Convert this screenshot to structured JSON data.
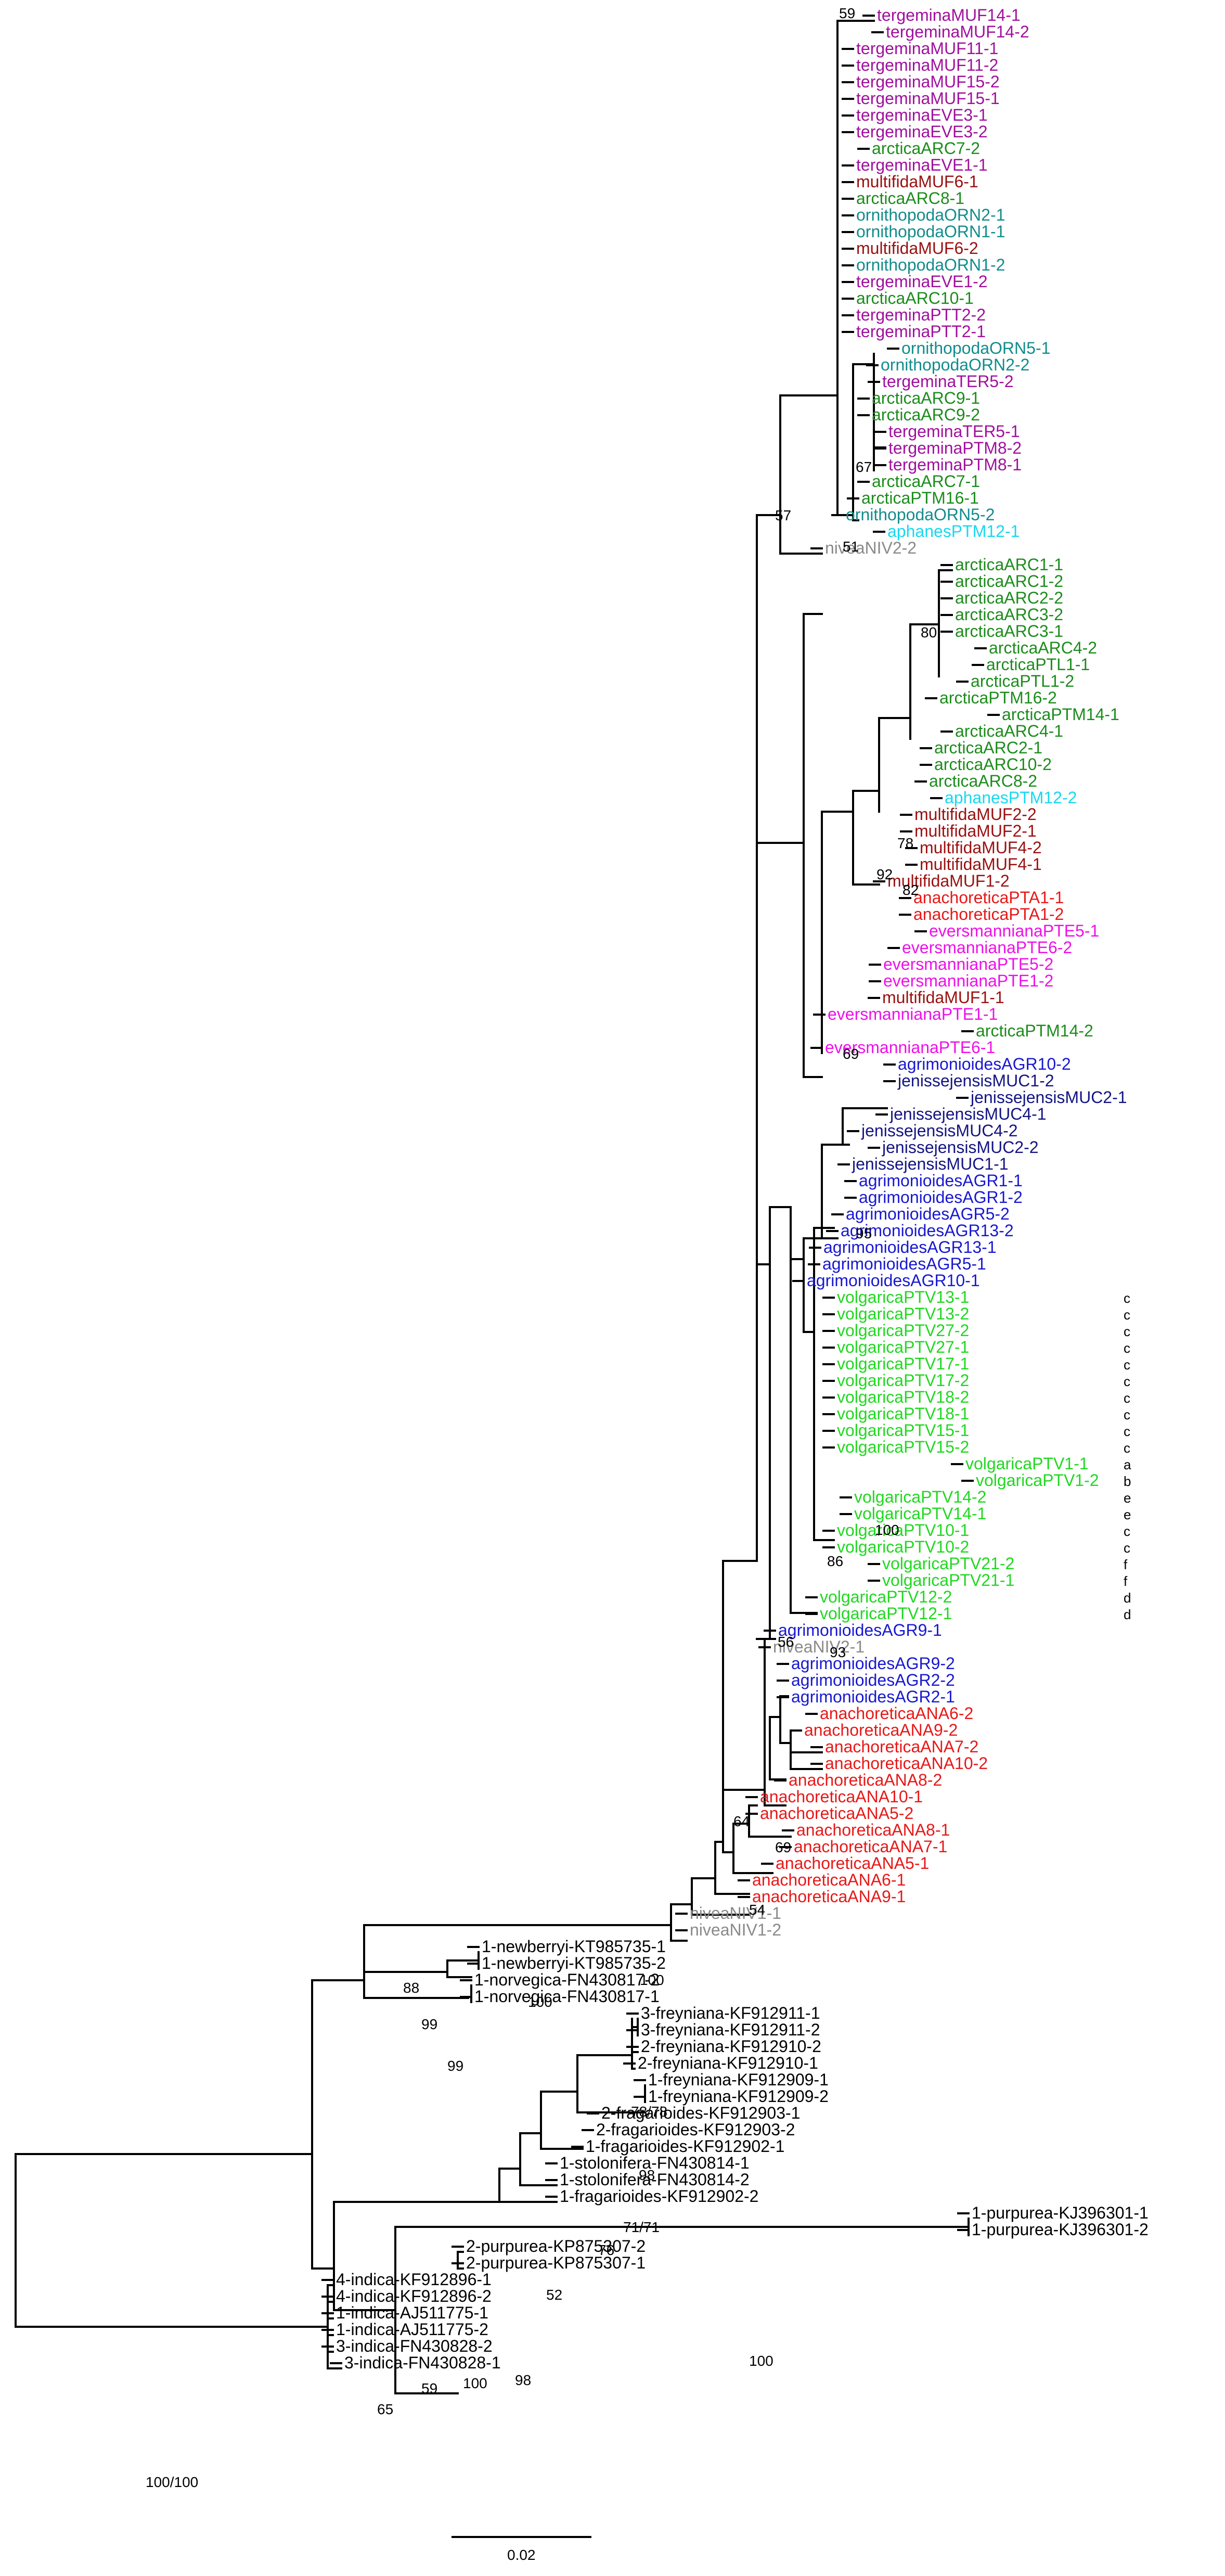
{
  "colors": {
    "tergemina": "#a0109e",
    "arctica": "#1c8c1c",
    "multifida": "#9a1010",
    "ornithopoda": "#138c8c",
    "aphanes": "#18d8f0",
    "nivea": "#8a8a8a",
    "anachoretica": "#e81818",
    "eversmanniana": "#ee10e8",
    "agrimonioides": "#1818d0",
    "jenissejensis": "#141484",
    "volgarica": "#20d820",
    "outgroup": "#000000"
  },
  "scale_bar": {
    "label": "0.02"
  },
  "tips": [
    [
      "tergeminaMUF14-1",
      "tergemina",
      ""
    ],
    [
      "tergeminaMUF14-2",
      "tergemina",
      ""
    ],
    [
      "tergeminaMUF11-1",
      "tergemina",
      ""
    ],
    [
      "tergeminaMUF11-2",
      "tergemina",
      ""
    ],
    [
      "tergeminaMUF15-2",
      "tergemina",
      ""
    ],
    [
      "tergeminaMUF15-1",
      "tergemina",
      ""
    ],
    [
      "tergeminaEVE3-1",
      "tergemina",
      ""
    ],
    [
      "tergeminaEVE3-2",
      "tergemina",
      ""
    ],
    [
      "arcticaARC7-2",
      "arctica",
      ""
    ],
    [
      "tergeminaEVE1-1",
      "tergemina",
      ""
    ],
    [
      "multifidaMUF6-1",
      "multifida",
      ""
    ],
    [
      "arcticaARC8-1",
      "arctica",
      ""
    ],
    [
      "ornithopodaORN2-1",
      "ornithopoda",
      ""
    ],
    [
      "ornithopodaORN1-1",
      "ornithopoda",
      ""
    ],
    [
      "multifidaMUF6-2",
      "multifida",
      ""
    ],
    [
      "ornithopodaORN1-2",
      "ornithopoda",
      ""
    ],
    [
      "tergeminaEVE1-2",
      "tergemina",
      ""
    ],
    [
      "arcticaARC10-1",
      "arctica",
      ""
    ],
    [
      "tergeminaPTT2-2",
      "tergemina",
      ""
    ],
    [
      "tergeminaPTT2-1",
      "tergemina",
      ""
    ],
    [
      "ornithopodaORN5-1",
      "ornithopoda",
      ""
    ],
    [
      "ornithopodaORN2-2",
      "ornithopoda",
      ""
    ],
    [
      "tergeminaTER5-2",
      "tergemina",
      ""
    ],
    [
      "arcticaARC9-1",
      "arctica",
      ""
    ],
    [
      "arcticaARC9-2",
      "arctica",
      ""
    ],
    [
      "tergeminaTER5-1",
      "tergemina",
      ""
    ],
    [
      "tergeminaPTM8-2",
      "tergemina",
      ""
    ],
    [
      "tergeminaPTM8-1",
      "tergemina",
      ""
    ],
    [
      "arcticaARC7-1",
      "arctica",
      ""
    ],
    [
      "arcticaPTM16-1",
      "arctica",
      ""
    ],
    [
      "ornithopodaORN5-2",
      "ornithopoda",
      ""
    ],
    [
      "aphanesPTM12-1",
      "aphanes",
      ""
    ],
    [
      "niveaNIV2-2",
      "nivea",
      ""
    ],
    [
      "arcticaARC1-1",
      "arctica",
      ""
    ],
    [
      "arcticaARC1-2",
      "arctica",
      ""
    ],
    [
      "arcticaARC2-2",
      "arctica",
      ""
    ],
    [
      "arcticaARC3-2",
      "arctica",
      ""
    ],
    [
      "arcticaARC3-1",
      "arctica",
      ""
    ],
    [
      "arcticaARC4-2",
      "arctica",
      ""
    ],
    [
      "arcticaPTL1-1",
      "arctica",
      ""
    ],
    [
      "arcticaPTL1-2",
      "arctica",
      ""
    ],
    [
      "arcticaPTM16-2",
      "arctica",
      ""
    ],
    [
      "arcticaPTM14-1",
      "arctica",
      ""
    ],
    [
      "arcticaARC4-1",
      "arctica",
      ""
    ],
    [
      "arcticaARC2-1",
      "arctica",
      ""
    ],
    [
      "arcticaARC10-2",
      "arctica",
      ""
    ],
    [
      "arcticaARC8-2",
      "arctica",
      ""
    ],
    [
      "aphanesPTM12-2",
      "aphanes",
      ""
    ],
    [
      "multifidaMUF2-2",
      "multifida",
      ""
    ],
    [
      "multifidaMUF2-1",
      "multifida",
      ""
    ],
    [
      "multifidaMUF4-2",
      "multifida",
      ""
    ],
    [
      "multifidaMUF4-1",
      "multifida",
      ""
    ],
    [
      "multifidaMUF1-2",
      "multifida",
      ""
    ],
    [
      "anachoreticaPTA1-1",
      "anachoretica",
      ""
    ],
    [
      "anachoreticaPTA1-2",
      "anachoretica",
      ""
    ],
    [
      "eversmannianaPTE5-1",
      "eversmanniana",
      ""
    ],
    [
      "eversmannianaPTE6-2",
      "eversmanniana",
      ""
    ],
    [
      "eversmannianaPTE5-2",
      "eversmanniana",
      ""
    ],
    [
      "eversmannianaPTE1-2",
      "eversmanniana",
      ""
    ],
    [
      "multifidaMUF1-1",
      "multifida",
      ""
    ],
    [
      "eversmannianaPTE1-1",
      "eversmanniana",
      ""
    ],
    [
      "arcticaPTM14-2",
      "arctica",
      ""
    ],
    [
      "eversmannianaPTE6-1",
      "eversmanniana",
      ""
    ],
    [
      "agrimonioidesAGR10-2",
      "agrimonioides",
      ""
    ],
    [
      "jenissejensisMUC1-2",
      "jenissejensis",
      ""
    ],
    [
      "jenissejensisMUC2-1",
      "jenissejensis",
      ""
    ],
    [
      "jenissejensisMUC4-1",
      "jenissejensis",
      ""
    ],
    [
      "jenissejensisMUC4-2",
      "jenissejensis",
      ""
    ],
    [
      "jenissejensisMUC2-2",
      "jenissejensis",
      ""
    ],
    [
      "jenissejensisMUC1-1",
      "jenissejensis",
      ""
    ],
    [
      "agrimonioidesAGR1-1",
      "agrimonioides",
      ""
    ],
    [
      "agrimonioidesAGR1-2",
      "agrimonioides",
      ""
    ],
    [
      "agrimonioidesAGR5-2",
      "agrimonioides",
      ""
    ],
    [
      "agrimonioidesAGR13-2",
      "agrimonioides",
      ""
    ],
    [
      "agrimonioidesAGR13-1",
      "agrimonioides",
      ""
    ],
    [
      "agrimonioidesAGR5-1",
      "agrimonioides",
      ""
    ],
    [
      "agrimonioidesAGR10-1",
      "agrimonioides",
      ""
    ],
    [
      "volgaricaPTV13-1",
      "volgarica",
      "c"
    ],
    [
      "volgaricaPTV13-2",
      "volgarica",
      "c"
    ],
    [
      "volgaricaPTV27-2",
      "volgarica",
      "c"
    ],
    [
      "volgaricaPTV27-1",
      "volgarica",
      "c"
    ],
    [
      "volgaricaPTV17-1",
      "volgarica",
      "c"
    ],
    [
      "volgaricaPTV17-2",
      "volgarica",
      "c"
    ],
    [
      "volgaricaPTV18-2",
      "volgarica",
      "c"
    ],
    [
      "volgaricaPTV18-1",
      "volgarica",
      "c"
    ],
    [
      "volgaricaPTV15-1",
      "volgarica",
      "c"
    ],
    [
      "volgaricaPTV15-2",
      "volgarica",
      "c"
    ],
    [
      "volgaricaPTV1-1",
      "volgarica",
      "a"
    ],
    [
      "volgaricaPTV1-2",
      "volgarica",
      "b"
    ],
    [
      "volgaricaPTV14-2",
      "volgarica",
      "e"
    ],
    [
      "volgaricaPTV14-1",
      "volgarica",
      "e"
    ],
    [
      "volgaricaPTV10-1",
      "volgarica",
      "c"
    ],
    [
      "volgaricaPTV10-2",
      "volgarica",
      "c"
    ],
    [
      "volgaricaPTV21-2",
      "volgarica",
      "f"
    ],
    [
      "volgaricaPTV21-1",
      "volgarica",
      "f"
    ],
    [
      "volgaricaPTV12-2",
      "volgarica",
      "d"
    ],
    [
      "volgaricaPTV12-1",
      "volgarica",
      "d"
    ],
    [
      "agrimonioidesAGR9-1",
      "agrimonioides",
      ""
    ],
    [
      "niveaNIV2-1",
      "nivea",
      ""
    ],
    [
      "agrimonioidesAGR9-2",
      "agrimonioides",
      ""
    ],
    [
      "agrimonioidesAGR2-2",
      "agrimonioides",
      ""
    ],
    [
      "agrimonioidesAGR2-1",
      "agrimonioides",
      ""
    ],
    [
      "anachoreticaANA6-2",
      "anachoretica",
      ""
    ],
    [
      "anachoreticaANA9-2",
      "anachoretica",
      ""
    ],
    [
      "anachoreticaANA7-2",
      "anachoretica",
      ""
    ],
    [
      "anachoreticaANA10-2",
      "anachoretica",
      ""
    ],
    [
      "anachoreticaANA8-2",
      "anachoretica",
      ""
    ],
    [
      "anachoreticaANA10-1",
      "anachoretica",
      ""
    ],
    [
      "anachoreticaANA5-2",
      "anachoretica",
      ""
    ],
    [
      "anachoreticaANA8-1",
      "anachoretica",
      ""
    ],
    [
      "anachoreticaANA7-1",
      "anachoretica",
      ""
    ],
    [
      "anachoreticaANA5-1",
      "anachoretica",
      ""
    ],
    [
      "anachoreticaANA6-1",
      "anachoretica",
      ""
    ],
    [
      "anachoreticaANA9-1",
      "anachoretica",
      ""
    ],
    [
      "niveaNIV1-1",
      "nivea",
      ""
    ],
    [
      "niveaNIV1-2",
      "nivea",
      ""
    ],
    [
      "1-newberryi-KT985735-1",
      "outgroup",
      ""
    ],
    [
      "1-newberryi-KT985735-2",
      "outgroup",
      ""
    ],
    [
      "1-norvegica-FN430817-2",
      "outgroup",
      ""
    ],
    [
      "1-norvegica-FN430817-1",
      "outgroup",
      ""
    ],
    [
      "3-freyniana-KF912911-1",
      "outgroup",
      ""
    ],
    [
      "3-freyniana-KF912911-2",
      "outgroup",
      ""
    ],
    [
      "2-freyniana-KF912910-2",
      "outgroup",
      ""
    ],
    [
      "2-freyniana-KF912910-1",
      "outgroup",
      ""
    ],
    [
      "1-freyniana-KF912909-1",
      "outgroup",
      ""
    ],
    [
      "1-freyniana-KF912909-2",
      "outgroup",
      ""
    ],
    [
      "2-fragarioides-KF912903-1",
      "outgroup",
      ""
    ],
    [
      "2-fragarioides-KF912903-2",
      "outgroup",
      ""
    ],
    [
      "1-fragarioides-KF912902-1",
      "outgroup",
      ""
    ],
    [
      "1-stolonifera-FN430814-1",
      "outgroup",
      ""
    ],
    [
      "1-stolonifera-FN430814-2",
      "outgroup",
      ""
    ],
    [
      "1-fragarioides-KF912902-2",
      "outgroup",
      ""
    ],
    [
      "1-purpurea-KJ396301-1",
      "outgroup",
      ""
    ],
    [
      "1-purpurea-KJ396301-2",
      "outgroup",
      ""
    ],
    [
      "2-purpurea-KP875307-2",
      "outgroup",
      ""
    ],
    [
      "2-purpurea-KP875307-1",
      "outgroup",
      ""
    ],
    [
      "4-indica-KF912896-1",
      "outgroup",
      ""
    ],
    [
      "4-indica-KF912896-2",
      "outgroup",
      ""
    ],
    [
      "1-indica-AJ511775-1",
      "outgroup",
      ""
    ],
    [
      "1-indica-AJ511775-2",
      "outgroup",
      ""
    ],
    [
      "3-indica-FN430828-2",
      "outgroup",
      ""
    ],
    [
      "3-indica-FN430828-1",
      "outgroup",
      ""
    ]
  ],
  "support_values": [
    "59",
    "67",
    "51",
    "57",
    "80",
    "78",
    "92",
    "82",
    "69",
    "95",
    "100",
    "86",
    "93",
    "56",
    "64",
    "69",
    "54",
    "100",
    "88",
    "99",
    "100",
    "99",
    "78/78",
    "98",
    "71/71",
    "76",
    "52",
    "98",
    "65",
    "59",
    "100",
    "100",
    "100/100"
  ]
}
